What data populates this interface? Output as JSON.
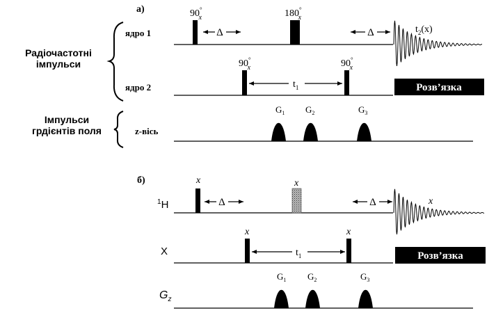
{
  "panel_a": {
    "marker": "а)",
    "group_rf": {
      "line1": "Радіочастотні",
      "line2": "імпульси"
    },
    "group_grad": {
      "line1": "Імпульси",
      "line2": "грдієнтів поля"
    },
    "row1_label": "ядро 1",
    "row2_label": "ядро 2",
    "row3_label": "z-вісь",
    "pulse_90_a": {
      "value": "90",
      "deg": "°",
      "sub": "x"
    },
    "pulse_180": {
      "value": "180",
      "deg": "°",
      "sub": "x"
    },
    "pulse_90_b": {
      "value": "90",
      "deg": "°",
      "sub": "x"
    },
    "pulse_90_c": {
      "value": "90",
      "deg": "°",
      "sub": "x"
    },
    "delta": "Δ",
    "t1": {
      "main": "t",
      "sub": "1"
    },
    "t2": {
      "main": "t",
      "sub": "2",
      "tail": "(x)"
    },
    "decoupling": "Розв’язка",
    "gradients": [
      {
        "main": "G",
        "sub": "1"
      },
      {
        "main": "G",
        "sub": "2"
      },
      {
        "main": "G",
        "sub": "3"
      }
    ]
  },
  "panel_b": {
    "marker": "б)",
    "row1_label": {
      "sup": "1",
      "main": "H"
    },
    "row2_label": "X",
    "row3_label": {
      "main": "G",
      "sub": "z"
    },
    "pulse_labels": [
      "x",
      "x",
      "x",
      "x"
    ],
    "fid_label": "x",
    "delta": "Δ",
    "t1": {
      "main": "t",
      "sub": "1"
    },
    "decoupling": "Розв’язка",
    "gradients": [
      {
        "main": "G",
        "sub": "1"
      },
      {
        "main": "G",
        "sub": "2"
      },
      {
        "main": "G",
        "sub": "3"
      }
    ]
  }
}
